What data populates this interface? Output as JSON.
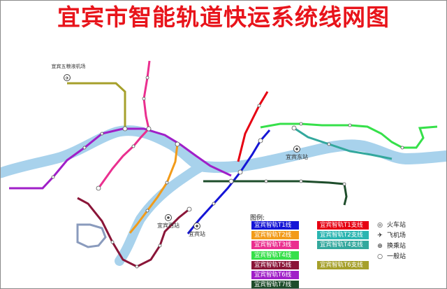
{
  "title": "宜宾市智能轨道快运系统线网图",
  "colors": {
    "river": "#a8d2ec",
    "T1": "#1515d6",
    "T1支线": "#e60012",
    "T2": "#f29b19",
    "T2支线": "#2ab5b1",
    "T3": "#ea2f8f",
    "T4": "#36e04a",
    "T4支线": "#33a89d",
    "T5": "#8a1538",
    "T6": "#a01fc8",
    "T6支线": "#a6a02b",
    "T7": "#1e4d2b",
    "loop": "#8a9bbd"
  },
  "place_labels": {
    "airport": "宜宾五粮液机场",
    "east_station": "宜宾东站",
    "west_station": "宜宾西站",
    "main_station": "宜宾站"
  },
  "legend": {
    "heading": "图例:",
    "lines": [
      {
        "label": "宜宾智轨T1线",
        "color_key": "T1"
      },
      {
        "label": "宜宾智轨T1支线",
        "color_key": "T1支线"
      },
      {
        "label": "宜宾智轨T2线",
        "color_key": "T2"
      },
      {
        "label": "宜宾智轨T2支线",
        "color_key": "T2支线"
      },
      {
        "label": "宜宾智轨T3线",
        "color_key": "T3"
      },
      {
        "label": "宜宾智轨T4支线",
        "color_key": "T4支线"
      },
      {
        "label": "宜宾智轨T4线",
        "color_key": "T4"
      },
      {
        "label": "宜宾智轨T5线",
        "color_key": "T5"
      },
      {
        "label": "宜宾智轨T6线",
        "color_key": "T6"
      },
      {
        "label": "宜宾智轨T6支线",
        "color_key": "T6支线"
      },
      {
        "label": "宜宾智轨T7线",
        "color_key": "T7"
      }
    ],
    "symbols": [
      {
        "icon": "train-station-icon",
        "glyph": "◎",
        "label": "火车站"
      },
      {
        "icon": "airport-icon",
        "glyph": "✈",
        "label": "飞机场"
      },
      {
        "icon": "transfer-station-icon",
        "glyph": "⊕",
        "label": "换乘站"
      },
      {
        "icon": "general-station-icon",
        "glyph": "○",
        "label": "一般站"
      }
    ]
  }
}
